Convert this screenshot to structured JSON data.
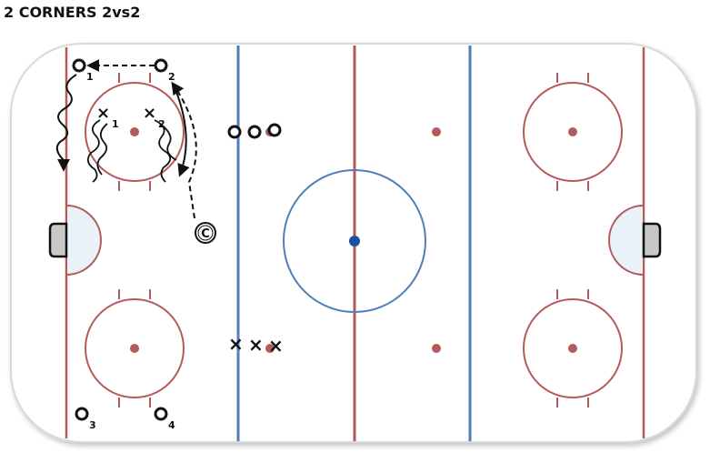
{
  "title": "2 CORNERS 2vs2",
  "players": {
    "o1": "1",
    "o2": "2",
    "o3": "3",
    "o4": "4",
    "x1": "1",
    "x2": "2"
  },
  "coach": "C",
  "colors": {
    "red_line": "#b55a5a",
    "blue_line": "#4f7fb8",
    "center_dot": "#1f4fa0",
    "crease": "#e8f2f8",
    "ink": "#111111"
  }
}
